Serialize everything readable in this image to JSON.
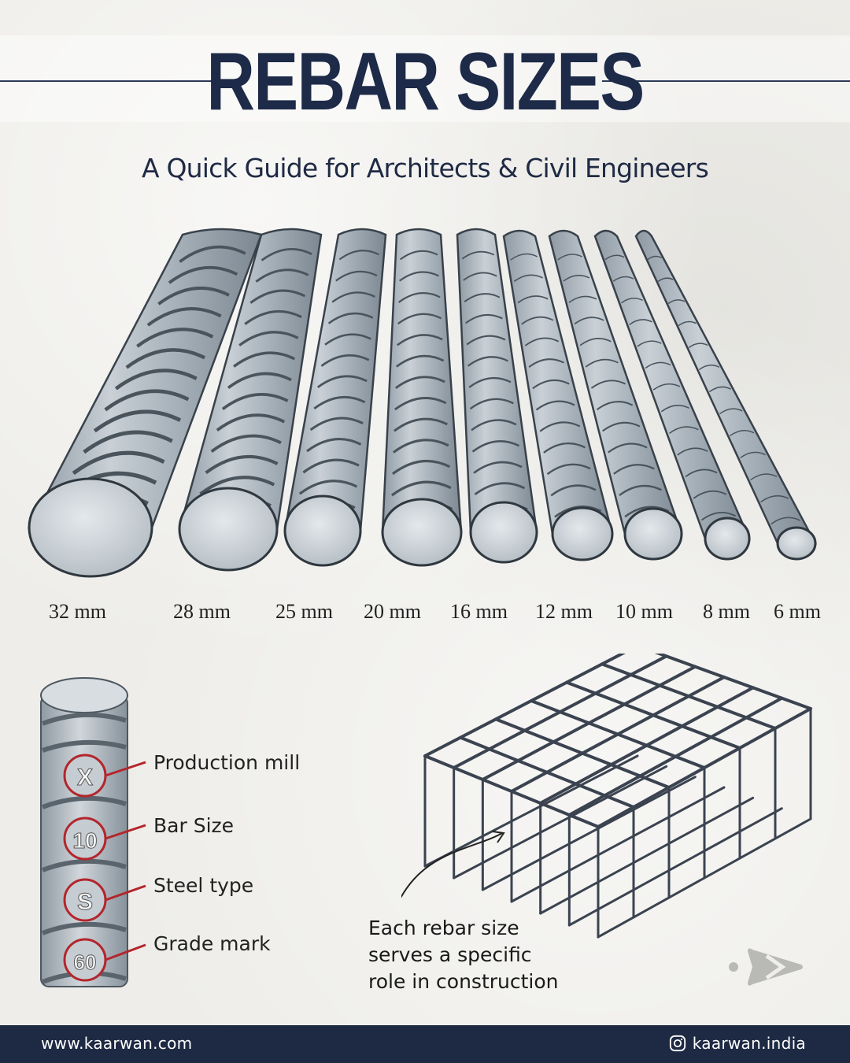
{
  "header": {
    "title": "REBAR SIZES",
    "subtitle": "A Quick Guide for Architects & Civil Engineers"
  },
  "rebar_sizes": [
    "32 mm",
    "28 mm",
    "25 mm",
    "20 mm",
    "16 mm",
    "12 mm",
    "10 mm",
    "8 mm",
    "6 mm"
  ],
  "marking_diagram": {
    "marks": [
      "X",
      "10",
      "S",
      "60"
    ],
    "labels": [
      "Production mill",
      "Bar Size",
      "Steel type",
      "Grade mark"
    ]
  },
  "mesh_note": {
    "lines": [
      "Each rebar size",
      "serves a specific",
      "role in construction"
    ]
  },
  "footer": {
    "website": "www.kaarwan.com",
    "instagram": "kaarwan.india"
  },
  "icons": {
    "next": "next-arrow-icon",
    "instagram": "instagram-icon"
  },
  "colors": {
    "title": "#1d2a48",
    "footer_bg": "#1e2a44",
    "marking_ring": "#b3262b",
    "steel": "#a9b3bb"
  }
}
